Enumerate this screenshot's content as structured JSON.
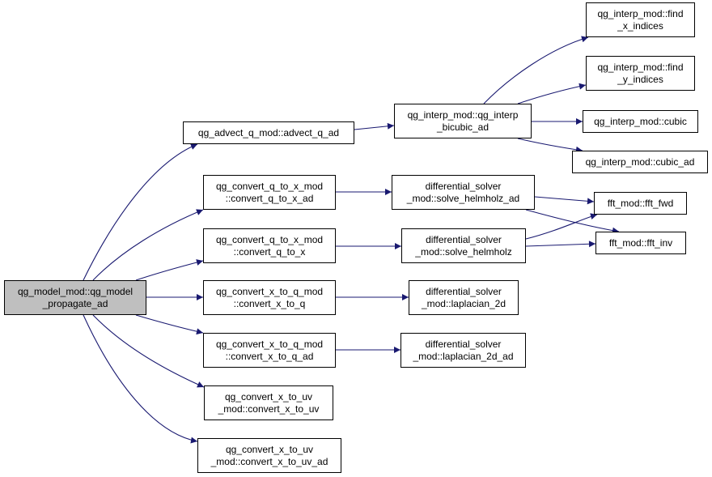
{
  "colors": {
    "edge": "#191970",
    "root_fill": "#bfbfbf",
    "node_fill": "#ffffff",
    "border": "#000000"
  },
  "nodes": {
    "root": [
      "qg_model_mod::qg_model",
      "_propagate_ad"
    ],
    "advect": [
      "qg_advect_q_mod::advect_q_ad"
    ],
    "bicubic": [
      "qg_interp_mod::qg_interp",
      "_bicubic_ad"
    ],
    "find_x": [
      "qg_interp_mod::find",
      "_x_indices"
    ],
    "find_y": [
      "qg_interp_mod::find",
      "_y_indices"
    ],
    "cubic": [
      "qg_interp_mod::cubic"
    ],
    "cubic_ad": [
      "qg_interp_mod::cubic_ad"
    ],
    "q2x_ad": [
      "qg_convert_q_to_x_mod",
      "::convert_q_to_x_ad"
    ],
    "helm_ad": [
      "differential_solver",
      "_mod::solve_helmholz_ad"
    ],
    "fft_fwd": [
      "fft_mod::fft_fwd"
    ],
    "fft_inv": [
      "fft_mod::fft_inv"
    ],
    "q2x": [
      "qg_convert_q_to_x_mod",
      "::convert_q_to_x"
    ],
    "helm": [
      "differential_solver",
      "_mod::solve_helmholz"
    ],
    "x2q": [
      "qg_convert_x_to_q_mod",
      "::convert_x_to_q"
    ],
    "lap": [
      "differential_solver",
      "_mod::laplacian_2d"
    ],
    "x2q_ad": [
      "qg_convert_x_to_q_mod",
      "::convert_x_to_q_ad"
    ],
    "lap_ad": [
      "differential_solver",
      "_mod::laplacian_2d_ad"
    ],
    "x2uv": [
      "qg_convert_x_to_uv",
      "_mod::convert_x_to_uv"
    ],
    "x2uv_ad": [
      "qg_convert_x_to_uv",
      "_mod::convert_x_to_uv_ad"
    ]
  }
}
